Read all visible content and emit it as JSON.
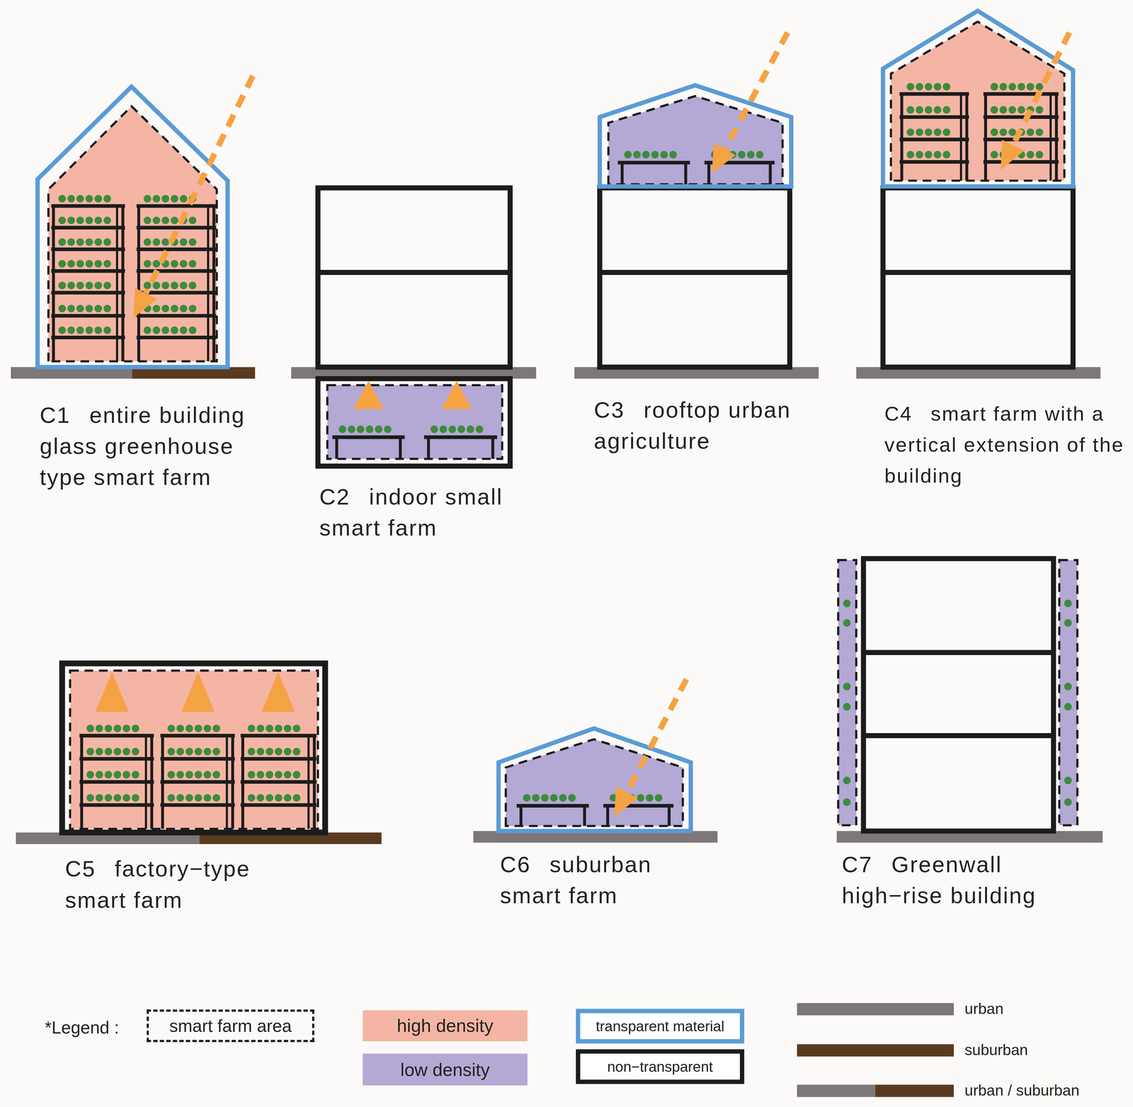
{
  "diagram": {
    "nodes": [
      {
        "text": [
          "C1",
          "entire building glass greenhouse type smart farm"
        ]
      },
      {
        "text": [
          "C2",
          "indoor small smart farm"
        ]
      },
      {
        "text": [
          "C3",
          "rooftop urban agriculture"
        ]
      },
      {
        "text": [
          "C4",
          "smart farm with a vertical extension of the building"
        ]
      },
      {
        "text": [
          "C5",
          "factory−type smart farm"
        ]
      },
      {
        "text": [
          "C6",
          "suburban smart farm"
        ]
      },
      {
        "text": [
          "C7",
          "Greenwall high−rise building"
        ]
      }
    ],
    "labels": [
      "*Legend :"
    ],
    "legend": [
      {
        "text": "smart farm area"
      },
      {
        "text": "high density",
        "color": "#f4b5a4"
      },
      {
        "text": "low density",
        "color": "#b4a8d4"
      },
      {
        "text": "transparent material"
      },
      {
        "text": "non−transparent"
      },
      {
        "text": "urban",
        "color": "#7d7777"
      },
      {
        "text": "suburban",
        "color": "#5a3a1f"
      },
      {
        "text": "urban / suburban"
      }
    ]
  }
}
